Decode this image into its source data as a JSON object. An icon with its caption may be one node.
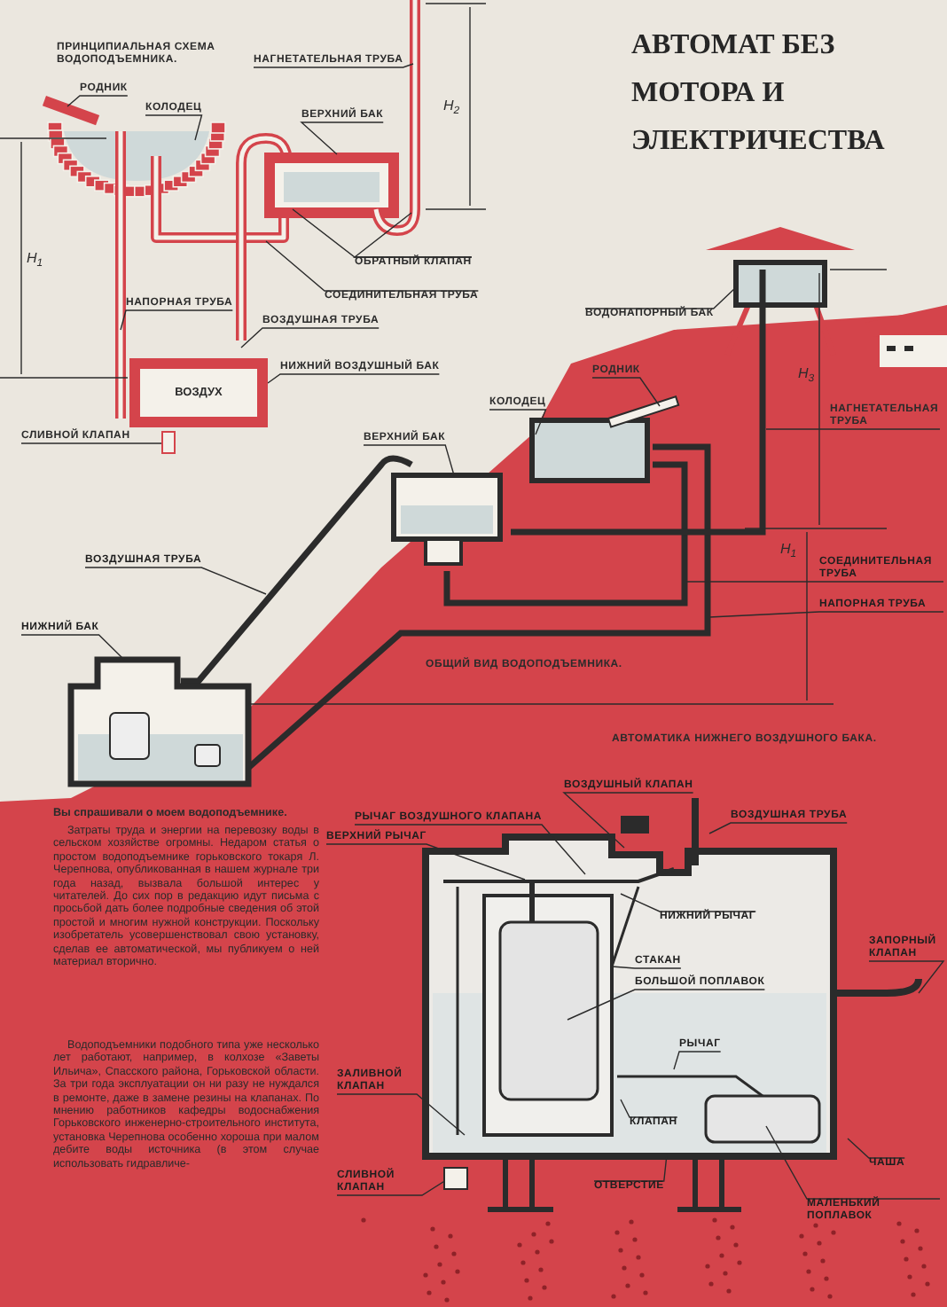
{
  "diagram": {
    "title": "АВТОМАТ БЕЗ МОТОРА И ЭЛЕКТРИЧЕСТВА",
    "nodes": [
      {
        "text": [
          "РОДНИК"
        ]
      },
      {
        "text": [
          "КОЛОДЕЦ"
        ]
      },
      {
        "text": [
          "НАГНЕТАТЕЛЬНАЯ ТРУБА"
        ]
      },
      {
        "text": [
          "ВЕРХНИЙ БАК"
        ]
      },
      {
        "text": [
          "ОБРАТНЫЙ КЛАПАН"
        ]
      },
      {
        "text": [
          "СОЕДИНИТЕЛЬНАЯ ТРУБА"
        ]
      },
      {
        "text": [
          "НАПОРНАЯ ТРУБА"
        ]
      },
      {
        "text": [
          "ВОЗДУШНАЯ ТРУБА"
        ]
      },
      {
        "text": [
          "НИЖНИЙ ВОЗДУШНЫЙ БАК"
        ]
      },
      {
        "text": [
          "СЛИВНОЙ КЛАПАН"
        ]
      },
      {
        "text": [
          "ВОДОНАПОРНЫЙ БАК"
        ]
      },
      {
        "text": [
          "РОДНИК"
        ]
      },
      {
        "text": [
          "КОЛОДЕЦ"
        ]
      },
      {
        "text": [
          "ВЕРХНИЙ БАК"
        ]
      },
      {
        "text": [
          "НАГНЕТАТЕЛЬНАЯ ТРУБА"
        ]
      },
      {
        "text": [
          "СОЕДИНИТЕЛЬНАЯ ТРУБА"
        ]
      },
      {
        "text": [
          "НАПОРНАЯ ТРУБА"
        ]
      },
      {
        "text": [
          "ВОЗДУШНАЯ ТРУБА"
        ]
      },
      {
        "text": [
          "НИЖНИЙ БАК"
        ]
      },
      {
        "text": [
          "ВОЗДУШНЫЙ КЛАПАН"
        ]
      },
      {
        "text": [
          "РЫЧАГ ВОЗДУШНОГО КЛАПАНА"
        ]
      },
      {
        "text": [
          "ВОЗДУШНАЯ ТРУБА"
        ]
      },
      {
        "text": [
          "ВЕРХНИЙ РЫЧАГ"
        ]
      },
      {
        "text": [
          "НИЖНИЙ РЫЧАГ"
        ]
      },
      {
        "text": [
          "СТАКАН"
        ]
      },
      {
        "text": [
          "БОЛЬШОЙ ПОПЛАВОК"
        ]
      },
      {
        "text": [
          "ЗАПОРНЫЙ КЛАПАН"
        ]
      },
      {
        "text": [
          "ЗАЛИВНОЙ КЛАПАН"
        ]
      },
      {
        "text": [
          "РЫЧАГ"
        ]
      },
      {
        "text": [
          "КЛАПАН"
        ]
      },
      {
        "text": [
          "СЛИВНОЙ КЛАПАН"
        ]
      },
      {
        "text": [
          "ОТВЕРСТИЕ"
        ]
      },
      {
        "text": [
          "ЧАША"
        ]
      },
      {
        "text": [
          "МАЛЕНЬКИЙ ПОПЛАВОК"
        ]
      },
      {
        "text": [
          "ВОЗДУХ"
        ]
      },
      {
        "text": [],
        "shape": "box"
      },
      {
        "text": [],
        "shape": "box"
      }
    ],
    "edges": [
      {
        "from": 0,
        "to": null,
        "arrow": "none"
      },
      {
        "from": 1,
        "to": null,
        "arrow": "none"
      },
      {
        "from": 2,
        "to": null,
        "arrow": "none"
      },
      {
        "from": 3,
        "to": null,
        "arrow": "none"
      },
      {
        "from": 4,
        "to": null,
        "arrow": "none"
      },
      {
        "from": 4,
        "to": null,
        "arrow": "none"
      },
      {
        "from": 5,
        "to": null,
        "arrow": "none"
      },
      {
        "from": 6,
        "to": null,
        "arrow": "none"
      },
      {
        "from": 7,
        "to": null,
        "arrow": "none"
      },
      {
        "from": 8,
        "to": 34,
        "arrow": "none"
      },
      {
        "from": 9,
        "to": 35,
        "arrow": "none"
      },
      {
        "from": 10,
        "to": null,
        "arrow": "none"
      },
      {
        "from": 11,
        "to": null,
        "arrow": "none"
      },
      {
        "from": 12,
        "to": null,
        "arrow": "none"
      },
      {
        "from": 13,
        "to": null,
        "arrow": "none"
      },
      {
        "from": 14,
        "to": null,
        "arrow": "none"
      },
      {
        "from": 15,
        "to": null,
        "arrow": "none"
      },
      {
        "from": 16,
        "to": null,
        "arrow": "none"
      },
      {
        "from": 17,
        "to": null,
        "arrow": "none"
      },
      {
        "from": 18,
        "to": null,
        "arrow": "none"
      },
      {
        "from": 19,
        "to": null,
        "arrow": "none"
      },
      {
        "from": 20,
        "to": null,
        "arrow": "none"
      },
      {
        "from": 21,
        "to": null,
        "arrow": "none"
      },
      {
        "from": 22,
        "to": null,
        "arrow": "none"
      },
      {
        "from": 23,
        "to": null,
        "arrow": "none"
      },
      {
        "from": 24,
        "to": null,
        "arrow": "none"
      },
      {
        "from": 25,
        "to": null,
        "arrow": "none"
      },
      {
        "from": 26,
        "to": null,
        "arrow": "none"
      },
      {
        "from": 27,
        "to": null,
        "arrow": "none"
      },
      {
        "from": 28,
        "to": null,
        "arrow": "none"
      },
      {
        "from": 29,
        "to": null,
        "arrow": "none"
      },
      {
        "from": 30,
        "to": 36,
        "arrow": "none"
      },
      {
        "from": 31,
        "to": null,
        "arrow": "none"
      },
      {
        "from": 32,
        "to": null,
        "arrow": "none"
      },
      {
        "from": 33,
        "to": null,
        "arrow": "none"
      }
    ],
    "labels": [
      "ПРИНЦИПИАЛЬНАЯ СХЕМА ВОДОПОДЪЕМНИКА.",
      "H$_{2}$",
      "H$_{1}$",
      "H$_{3}$",
      "H$_{1}$",
      "ОБЩИЙ ВИД ВОДОПОДЪЕМНИКА.",
      "АВТОМАТИКА НИЖНЕГО ВОЗДУШНОГО БАКА.",
      "Вы спрашивали о моем водоподъемнике.",
      "Затраты труда и энергии на перевозку воды в сельском хозяйстве огромны. Недаром статья о простом водоподъемнике горьковского токаря Л. Черепнова, опубликованная в нашем журнале три года назад, вызвала большой интерес у читателей. До сих пор в редакцию идут письма с просьбой дать более подробные сведения об этой простой и многим нужной конструкции. Поскольку изобретатель усовершенствовал свою установку, сделав ее автоматической, мы публикуем о ней материал вторично.",
      "Водоподъемники подобного типа уже несколько лет работают, например, в колхозе «Заветы Ильича», Спасского района, Горьковской области. За три года эксплуатации он ни разу не нуждался в ремонте, даже в замене резины на клапанах. По мнению работников кафедры водоснабжения Горьковского инженерно-строительного института, установка Черепнова особенно хороша при малом дебите воды источника (в этом случае использовать гидравличе-"
    ]
  }
}
